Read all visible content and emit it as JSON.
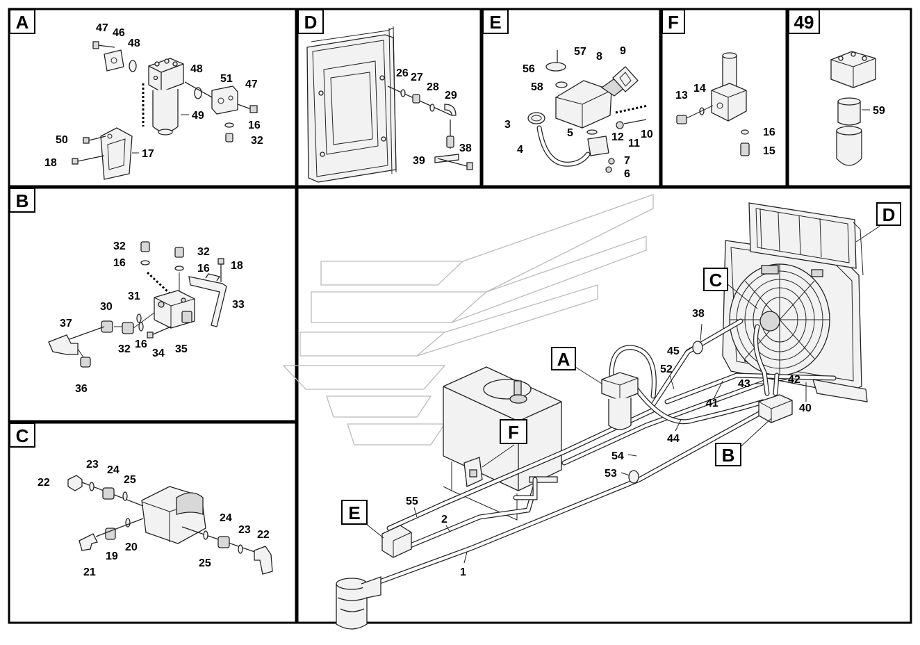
{
  "panels": {
    "A": "A",
    "B": "B",
    "C": "C",
    "D": "D",
    "E": "E",
    "F": "F",
    "p49": "49"
  },
  "callouts": {
    "A": "A",
    "B": "B",
    "C": "C",
    "D": "D",
    "E": "E",
    "F": "F"
  },
  "labels": {
    "a47a": "47",
    "a46": "46",
    "a48a": "48",
    "a48b": "48",
    "a51": "51",
    "a47b": "47",
    "a49": "49",
    "a16": "16",
    "a32": "32",
    "a50": "50",
    "a17": "17",
    "a18": "18",
    "b32a": "32",
    "b32b": "32",
    "b16a": "16",
    "b16b": "16",
    "b18": "18",
    "b31": "31",
    "b30": "30",
    "b33": "33",
    "b37": "37",
    "b32c": "32",
    "b16c": "16",
    "b34": "34",
    "b35": "35",
    "b36": "36",
    "c23a": "23",
    "c24a": "24",
    "c22a": "22",
    "c25a": "25",
    "c19": "19",
    "c20": "20",
    "c21": "21",
    "c24b": "24",
    "c23b": "23",
    "c22b": "22",
    "c25b": "25",
    "d26": "26",
    "d27": "27",
    "d28": "28",
    "d29": "29",
    "d38": "38",
    "d39": "39",
    "e57": "57",
    "e8": "8",
    "e9": "9",
    "e56": "56",
    "e58": "58",
    "e3": "3",
    "e5": "5",
    "e12": "12",
    "e11": "11",
    "e10": "10",
    "e4": "4",
    "e7": "7",
    "e6": "6",
    "f13": "13",
    "f14": "14",
    "f16": "16",
    "f15": "15",
    "g59": "59",
    "m38": "38",
    "m45": "45",
    "m52": "52",
    "m43": "43",
    "m42": "42",
    "m41": "41",
    "m40": "40",
    "m44": "44",
    "m54": "54",
    "m53": "53",
    "m55": "55",
    "m2": "2",
    "m1": "1"
  }
}
